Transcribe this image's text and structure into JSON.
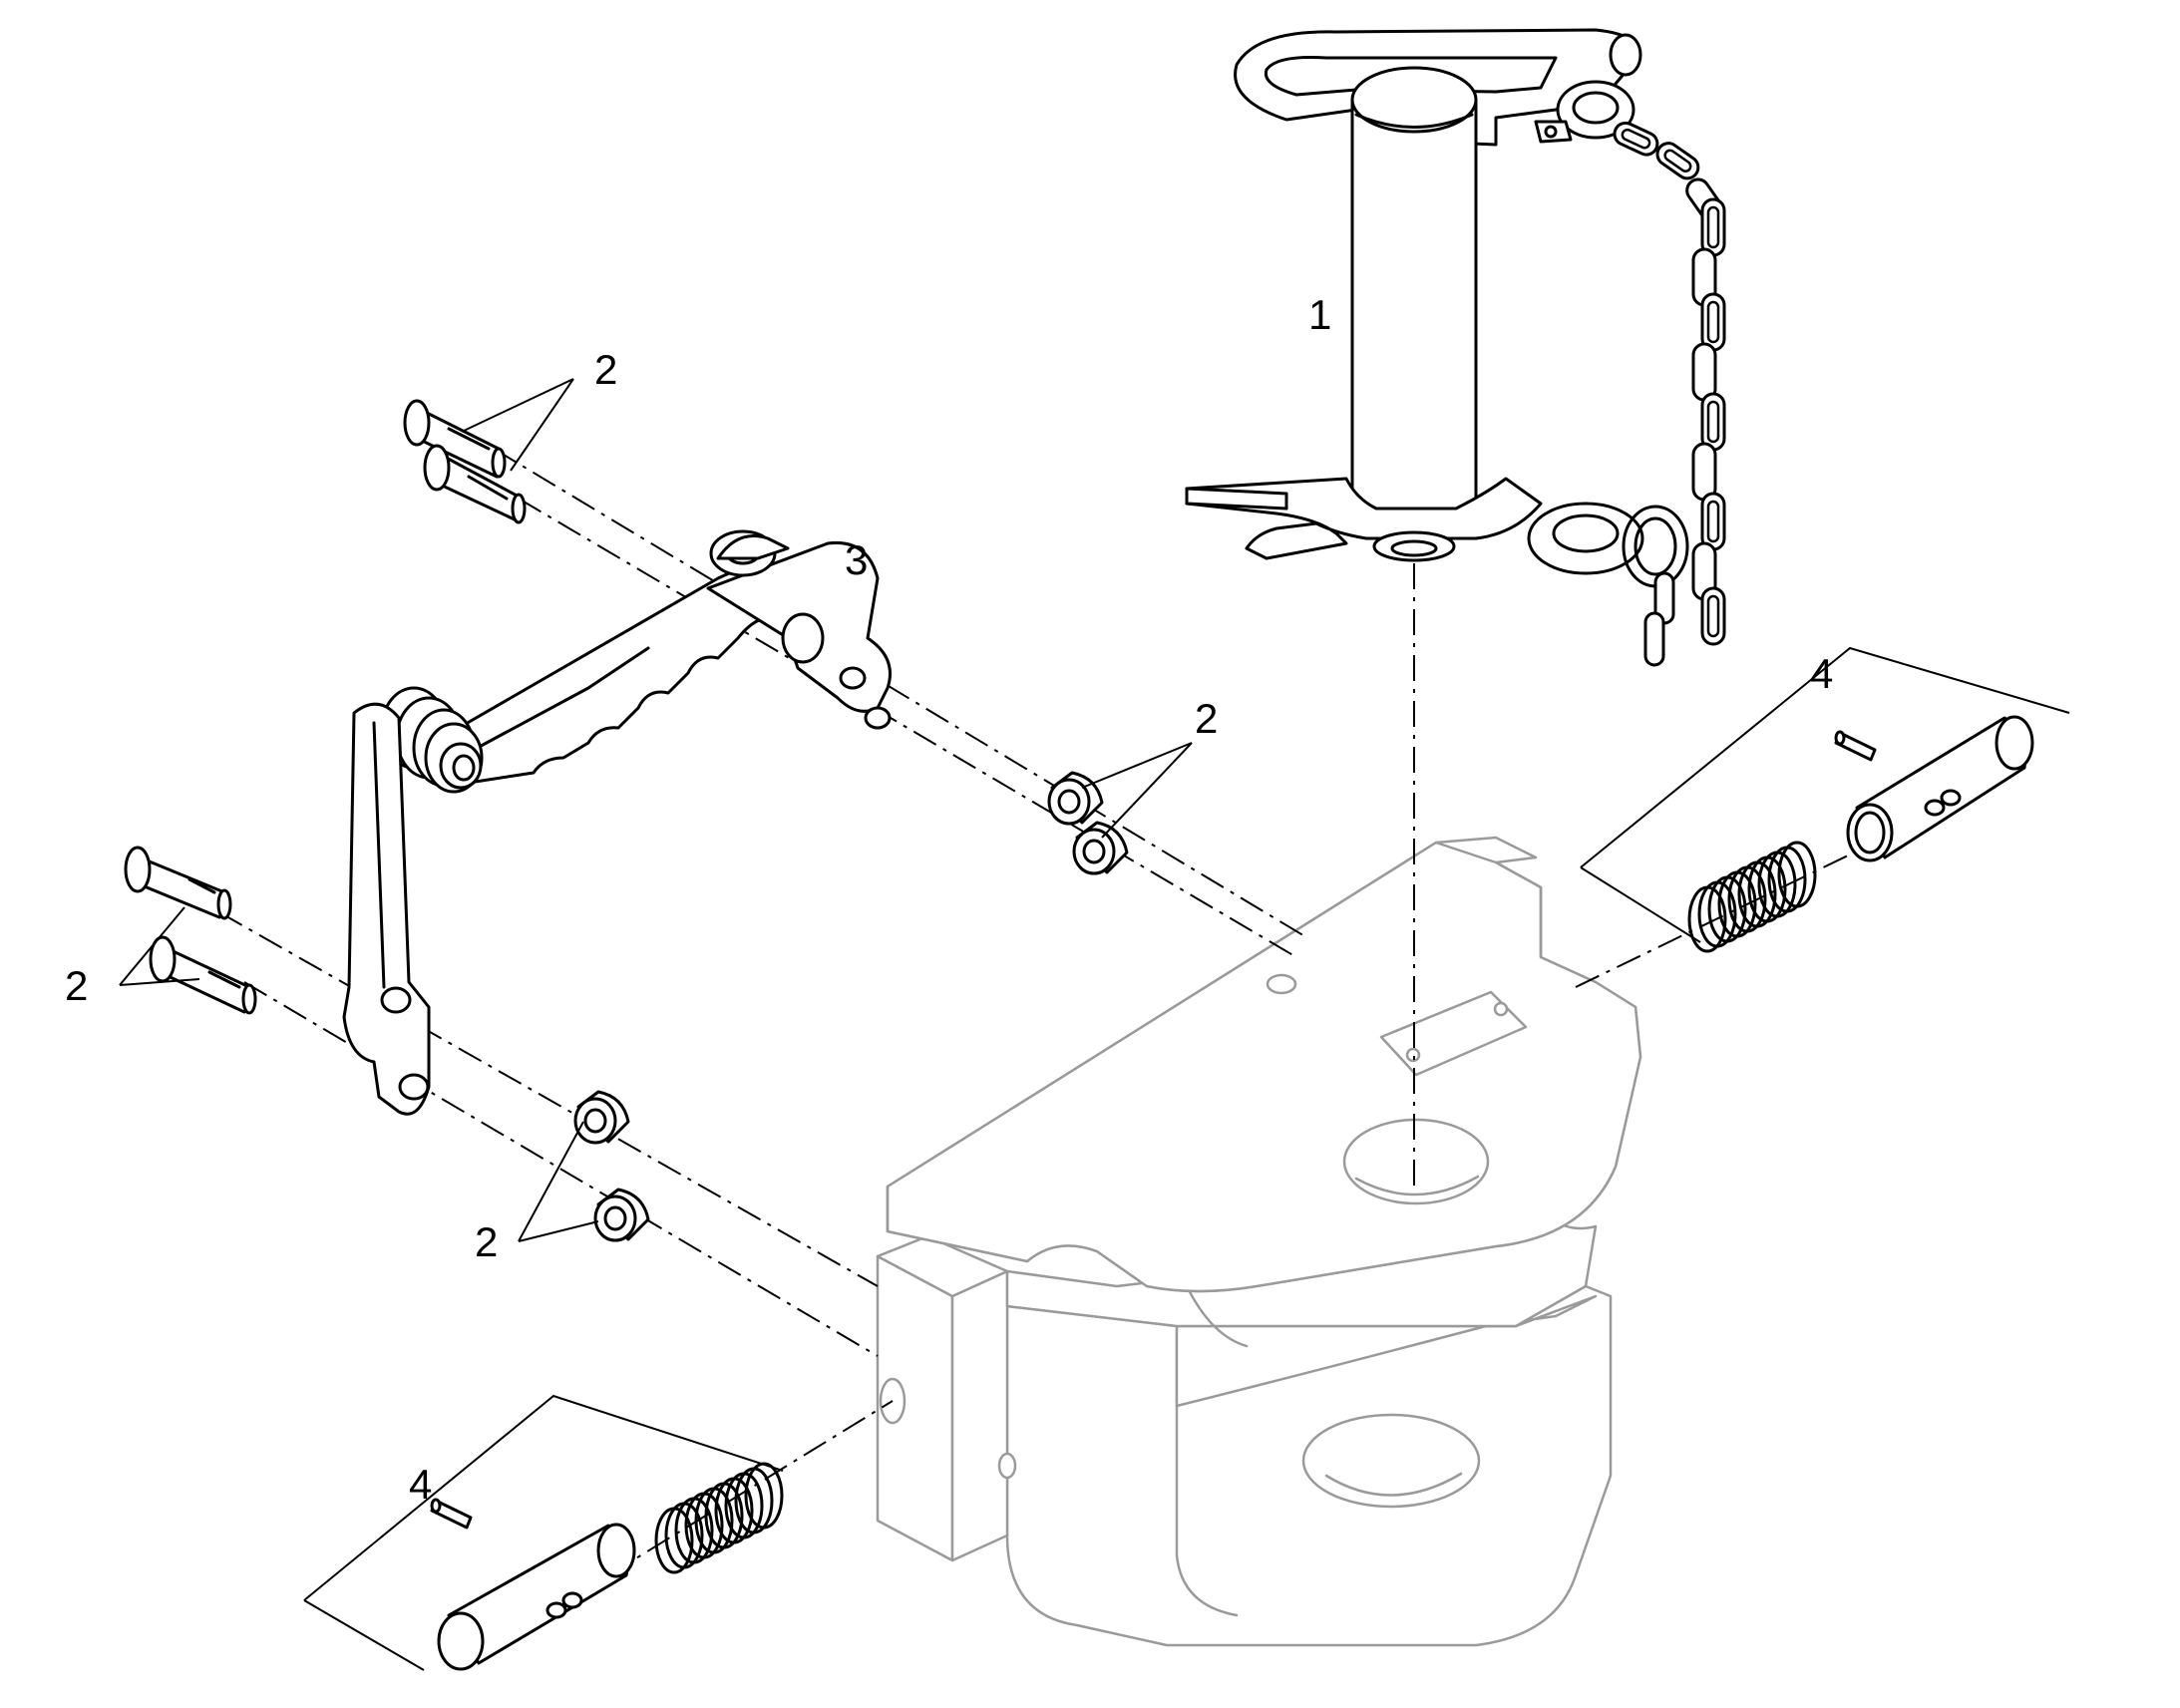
{
  "callouts": {
    "part_1": "1",
    "part_2_top": "2",
    "part_3": "3",
    "part_2_mid": "2",
    "part_2_left": "2",
    "part_2_bottom": "2",
    "part_4_right": "4",
    "part_4_left": "4"
  },
  "colors": {
    "ink": "#000000",
    "housing": "#9a9a9a",
    "background": "#ffffff"
  }
}
